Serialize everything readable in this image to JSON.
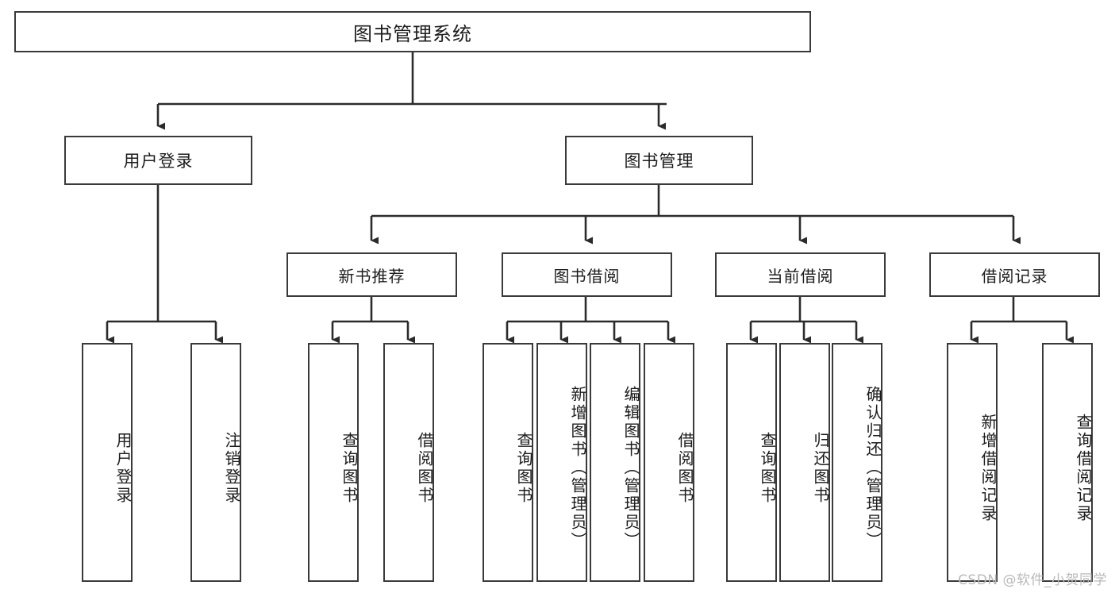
{
  "diagram": {
    "title": "图书管理系统",
    "type": "tree-hierarchy",
    "watermark": "CSDN @软件_小贺同学",
    "colors": {
      "background": "#ffffff",
      "box_border": "#3a3a3a",
      "connector": "#2b2b2b",
      "text": "#1c1c1c",
      "watermark": "#b9b9b9"
    },
    "root": {
      "label": "图书管理系统"
    },
    "level2": [
      {
        "label": "用户登录"
      },
      {
        "label": "图书管理"
      }
    ],
    "level3": [
      {
        "label": "新书推荐"
      },
      {
        "label": "图书借阅"
      },
      {
        "label": "当前借阅"
      },
      {
        "label": "借阅记录"
      }
    ],
    "leaves": {
      "user_login": [
        {
          "label": "用户登录"
        },
        {
          "label": "注销登录"
        }
      ],
      "new_book_recommend": [
        {
          "label": "查询图书"
        },
        {
          "label": "借阅图书"
        }
      ],
      "book_borrow": [
        {
          "label": "查询图书"
        },
        {
          "label": "新增图书（管理员）"
        },
        {
          "label": "编辑图书（管理员）"
        },
        {
          "label": "借阅图书"
        }
      ],
      "current_borrow": [
        {
          "label": "查询图书"
        },
        {
          "label": "归还图书"
        },
        {
          "label": "确认归还（管理员）"
        }
      ],
      "borrow_record": [
        {
          "label": "新增借阅记录"
        },
        {
          "label": "查询借阅记录"
        }
      ]
    }
  }
}
